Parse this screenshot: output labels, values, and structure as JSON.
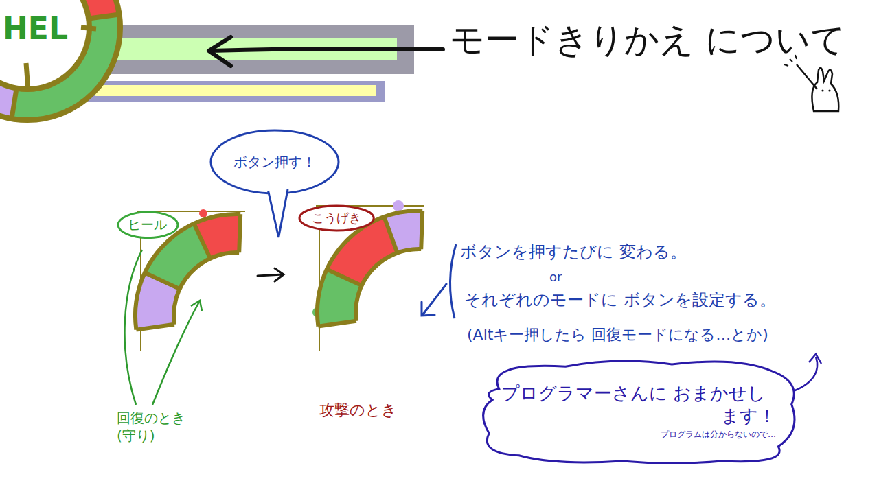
{
  "diagram": {
    "title": "モードきりかえ について",
    "nodes": [
      {
        "text": [
          "HEL"
        ]
      },
      {
        "text": [
          "ボタン押す！"
        ]
      },
      {
        "text": [
          "ヒール"
        ]
      },
      {
        "text": [
          "こうげき"
        ]
      },
      {
        "text": [
          "プログラマーさんに おまかせします！",
          "プログラムは分からないので…"
        ]
      }
    ],
    "labels": [
      "回復のとき (守り)",
      "攻撃のとき",
      "ボタンを押すたびに 変わる。",
      "or",
      "それぞれのモードに ボタンを設定する。",
      "(Altキー押したら 回復モードになる…とか)"
    ]
  }
}
